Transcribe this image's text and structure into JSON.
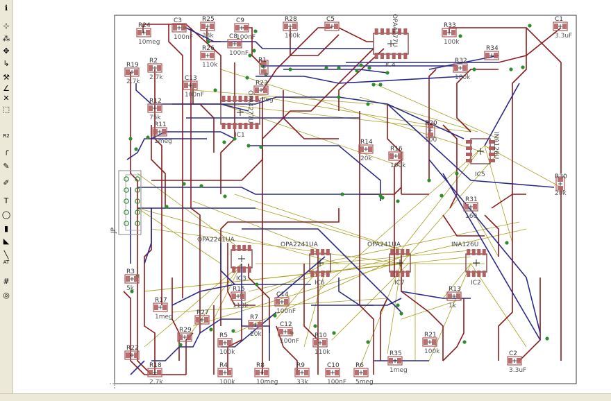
{
  "toolbar": {
    "tools": [
      {
        "name": "info-tool-icon",
        "glyph": "ℹ"
      },
      {
        "name": "show-tool-icon",
        "glyph": "⊹"
      },
      {
        "name": "mark-tool-icon",
        "glyph": "⁂"
      },
      {
        "name": "move-tool-icon",
        "glyph": "✥"
      },
      {
        "name": "route-tool-icon",
        "glyph": "↳"
      },
      {
        "name": "wrench-tool-icon",
        "glyph": "⚒"
      },
      {
        "name": "split-tool-icon",
        "glyph": "∠"
      },
      {
        "name": "delete-tool-icon",
        "glyph": "✕"
      },
      {
        "name": "group-tool-icon",
        "glyph": "⬚"
      },
      {
        "name": "r2-tool-icon",
        "glyph": "R2"
      },
      {
        "name": "wire-tool-icon",
        "glyph": "╭"
      },
      {
        "name": "pen-tool-icon",
        "glyph": "✎"
      },
      {
        "name": "highlight-tool-icon",
        "glyph": "✐"
      },
      {
        "name": "text-tool-icon",
        "glyph": "T"
      },
      {
        "name": "circle-tool-icon",
        "glyph": "◯"
      },
      {
        "name": "rect-tool-icon",
        "glyph": "▮"
      },
      {
        "name": "polygon-tool-icon",
        "glyph": "◣"
      },
      {
        "name": "line-tool-icon",
        "glyph": "╲"
      },
      {
        "name": "attribute-tool-icon",
        "glyph": "AT"
      },
      {
        "name": "grid-tool-icon",
        "glyph": "#"
      },
      {
        "name": "drc-tool-icon",
        "glyph": "◎"
      }
    ]
  },
  "board": {
    "connector_label": "JP",
    "colors": {
      "top": "#2a2a8a",
      "bottom": "#8b1c1c",
      "airwire": "#a8a020",
      "via": "#2e8b2e",
      "outline": "#3a3a3a",
      "pad": "#b06060"
    }
  },
  "parts": [
    {
      "name": "R24",
      "value": "10meg"
    },
    {
      "name": "C3",
      "value": "100nF"
    },
    {
      "name": "R25",
      "value": "33k"
    },
    {
      "name": "C9",
      "value": "100nF"
    },
    {
      "name": "R28",
      "value": "100k"
    },
    {
      "name": "C5",
      "value": ""
    },
    {
      "name": "R33",
      "value": "100k"
    },
    {
      "name": "C1",
      "value": "3.3uF"
    },
    {
      "name": "R26",
      "value": "110k"
    },
    {
      "name": "C8",
      "value": "100nF"
    },
    {
      "name": "R34",
      "value": ""
    },
    {
      "name": "R19",
      "value": "2.7k"
    },
    {
      "name": "R2",
      "value": "2.7k"
    },
    {
      "name": "R32",
      "value": "100k"
    },
    {
      "name": "C13",
      "value": "100nF"
    },
    {
      "name": "R23",
      "value": "5meg"
    },
    {
      "name": "R1",
      "value": ""
    },
    {
      "name": "R12",
      "value": "75k"
    },
    {
      "name": "R11",
      "value": "1meg"
    },
    {
      "name": "R20",
      "value": "100"
    },
    {
      "name": "R14",
      "value": "20k"
    },
    {
      "name": "R16",
      "value": "100k"
    },
    {
      "name": "R30",
      "value": "20k"
    },
    {
      "name": "R31",
      "value": "160"
    },
    {
      "name": "R15",
      "value": "110k"
    },
    {
      "name": "C14",
      "value": "100nF"
    },
    {
      "name": "R27",
      "value": ""
    },
    {
      "name": "R7",
      "value": "20k"
    },
    {
      "name": "C12",
      "value": "100nF"
    },
    {
      "name": "R29",
      "value": ""
    },
    {
      "name": "R5",
      "value": "100k"
    },
    {
      "name": "R10",
      "value": "110k"
    },
    {
      "name": "R13",
      "value": "1k"
    },
    {
      "name": "R17",
      "value": "1meg"
    },
    {
      "name": "R35",
      "value": "1meg"
    },
    {
      "name": "R22",
      "value": ""
    },
    {
      "name": "R18",
      "value": "2.7k"
    },
    {
      "name": "R4",
      "value": "100k"
    },
    {
      "name": "R8",
      "value": "10meg"
    },
    {
      "name": "R9",
      "value": "33k"
    },
    {
      "name": "C10",
      "value": "100nF"
    },
    {
      "name": "R6",
      "value": "5meg"
    },
    {
      "name": "R3",
      "value": "5k"
    },
    {
      "name": "R21",
      "value": "100k"
    },
    {
      "name": "C2",
      "value": "3.3uF"
    }
  ],
  "ics": [
    {
      "name": "IC4",
      "value": "OPA4277U"
    },
    {
      "name": "IC1",
      "value": "OPA4277U"
    },
    {
      "name": "IC5",
      "value": "INA126U"
    },
    {
      "name": "IC3",
      "value": "OPA2241UA"
    },
    {
      "name": "IC6",
      "value": "OPA2241UA"
    },
    {
      "name": "IC7",
      "value": "OPA241UA"
    },
    {
      "name": "IC2",
      "value": "INA126U"
    }
  ]
}
